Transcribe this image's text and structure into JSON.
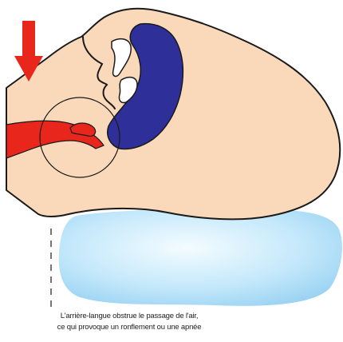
{
  "caption": {
    "line1": "L'arrière-langue obstrue le passage de l'air,",
    "line2": "ce qui provoque un ronflement ou une apnée"
  },
  "colors": {
    "skin": "#fad9bb",
    "outline": "#1a1a1a",
    "airway_red": "#e8261c",
    "tongue_blue": "#2f2f9a",
    "teeth": "#ffffff",
    "pillow_light": "#dff4ff",
    "pillow_mid": "#9fd6f4",
    "arrow": "#e8261c"
  },
  "icons": {
    "arrow": "down-arrow-icon",
    "magnifier": "focus-circle"
  }
}
